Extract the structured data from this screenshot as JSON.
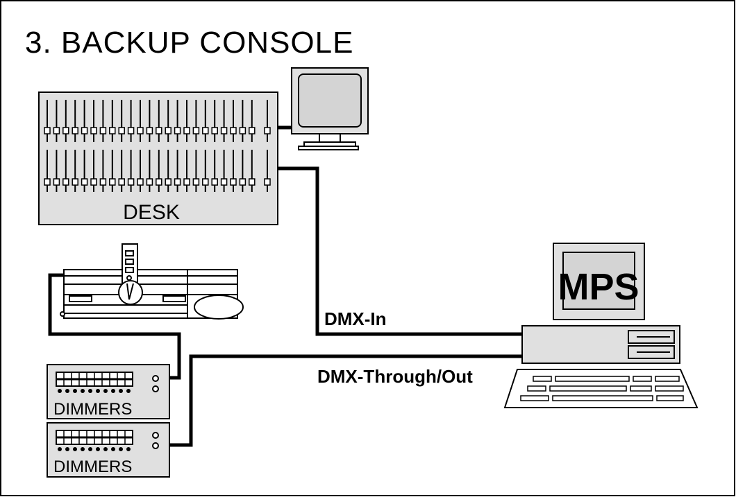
{
  "title": "3. BACKUP CONSOLE",
  "desk": {
    "label": "DESK",
    "faders_per_row": 23
  },
  "dimmers": [
    {
      "label": "DIMMERS"
    },
    {
      "label": "DIMMERS"
    }
  ],
  "computer": {
    "screen_text": "MPS"
  },
  "cables": {
    "dmx_in": "DMX-In",
    "dmx_through": "DMX-Through/Out"
  },
  "colors": {
    "line": "#000000",
    "device_fill": "#e0e0e0",
    "screen_fill": "#d4d4d4",
    "background": "#ffffff"
  }
}
